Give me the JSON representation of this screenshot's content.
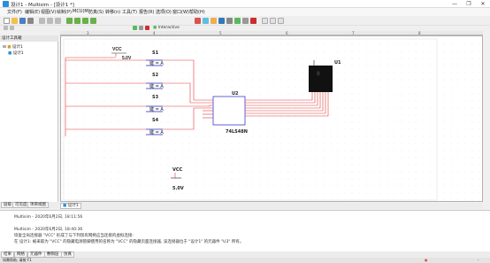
{
  "window": {
    "title": "设计1 - Multisim - [设计1 *]",
    "controls": [
      "—",
      "❐",
      "✕"
    ]
  },
  "menu": [
    "文件(F)",
    "编辑(E)",
    "视图(V)",
    "绘制(P)",
    "MCU(M)",
    "仿真(S)",
    "转移(n)",
    "工具(T)",
    "报告(R)",
    "选项(O)",
    "窗口(W)",
    "帮助(H)"
  ],
  "toolbar2": {
    "interactive_label": "Interactive"
  },
  "panel": {
    "title": "设计工具箱",
    "tree": [
      "设计1",
      "设计1"
    ]
  },
  "ruler": [
    "3",
    "4",
    "5",
    "6",
    "7",
    "8"
  ],
  "schematic": {
    "vcc_top": {
      "label": "VCC",
      "value": "5.0V"
    },
    "vcc_bottom": {
      "label": "VCC",
      "value": "5.0V"
    },
    "switches": [
      {
        "name": "S1",
        "key": "键 = A"
      },
      {
        "name": "S2",
        "key": "键 = A"
      },
      {
        "name": "S3",
        "key": "键 = A"
      },
      {
        "name": "S4",
        "key": "键 = A"
      }
    ],
    "chip": {
      "ref": "U2",
      "part": "74LS48N"
    },
    "display": {
      "ref": "U1"
    }
  },
  "left_tabs": [
    "层级",
    "可见度",
    "项目视图"
  ],
  "doc_tab": "设计1",
  "output": {
    "lines": [
      "Multisim  -  2020年6月2日, 18:11:56",
      "Multisim  -  2020年6月2日, 18:40:36",
      "恢复全局连接器 \"VCC\" 形成了与下列现有网络应当连接的虚拟连接:",
      "在 设计1: 被采取为 \"VCC\" 的隐藏电源管脚使用的名称为 \"VCC\" 的隐藏页面连接器, 该连接器位于 \"设计1\" 的元器件 \"U3\" 所有。"
    ]
  },
  "output_tabs": [
    "结果",
    "网络",
    "元器件",
    "敷铜层",
    "仿真"
  ],
  "status": {
    "left": "如需帮助, 请按 F1",
    "right": "-"
  },
  "colors": {
    "wire": "#e23b3b",
    "component": "#2222cc",
    "accent": "#2a8fd8"
  }
}
